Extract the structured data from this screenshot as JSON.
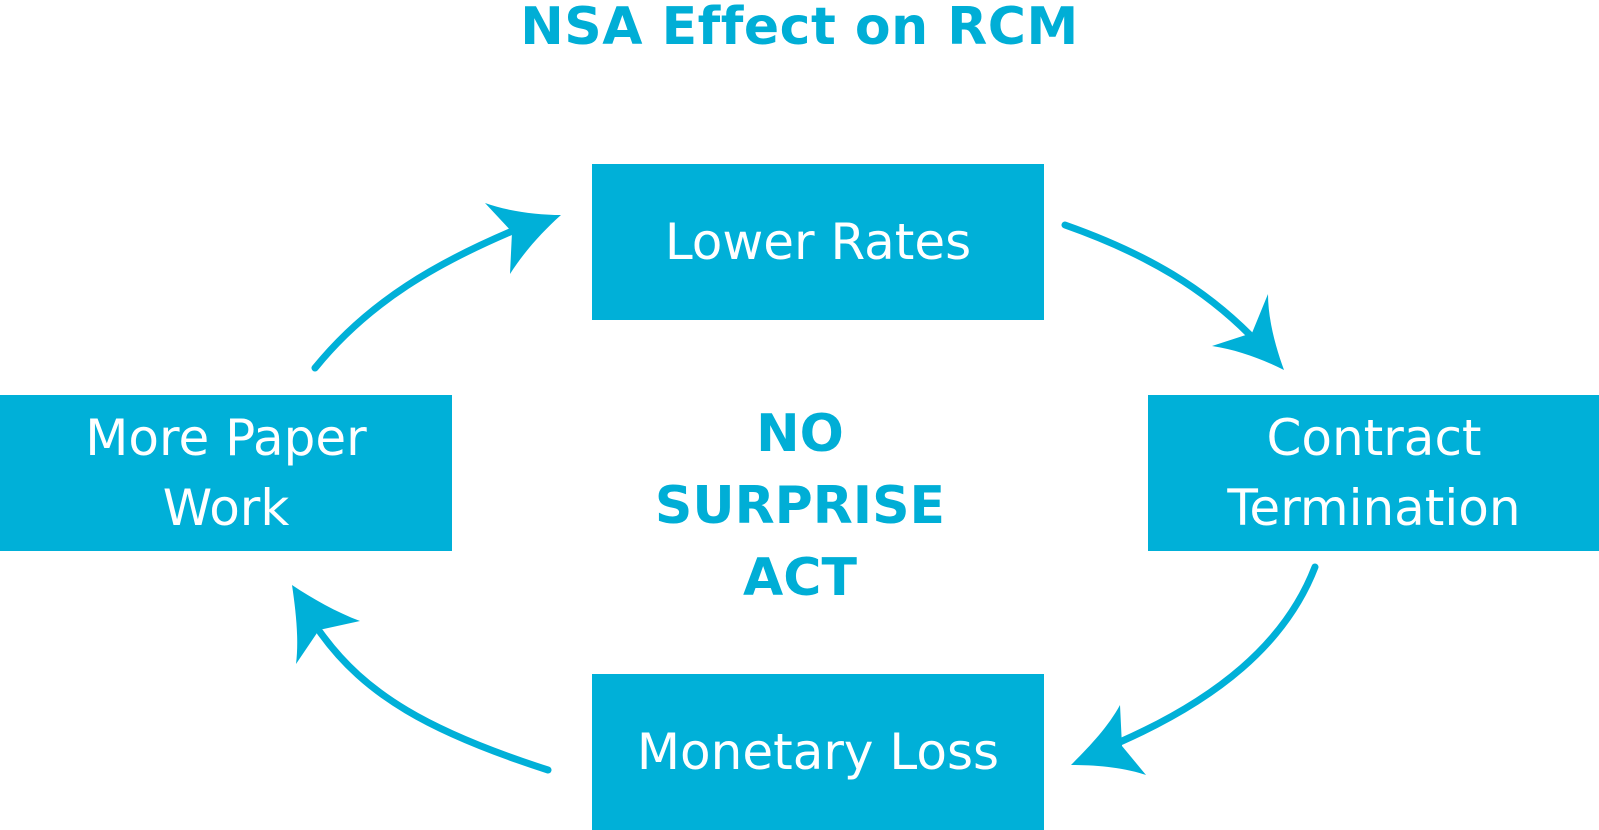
{
  "title": "NSA Effect on RCM",
  "center": {
    "line1": "NO",
    "line2": "SURPRISE",
    "line3": "ACT"
  },
  "nodes": {
    "top": {
      "line1": "Lower Rates"
    },
    "right": {
      "line1": "Contract",
      "line2": "Termination"
    },
    "bottom": {
      "line1": "Monetary Loss"
    },
    "left": {
      "line1": "More Paper",
      "line2": "Work"
    }
  },
  "colors": {
    "accent": "#00b0d8",
    "box_text": "#ffffff"
  },
  "arrows": [
    {
      "from": "Lower Rates",
      "to": "Contract Termination"
    },
    {
      "from": "Contract Termination",
      "to": "Monetary Loss"
    },
    {
      "from": "Monetary Loss",
      "to": "More Paper Work"
    },
    {
      "from": "More Paper Work",
      "to": "Lower Rates"
    }
  ]
}
